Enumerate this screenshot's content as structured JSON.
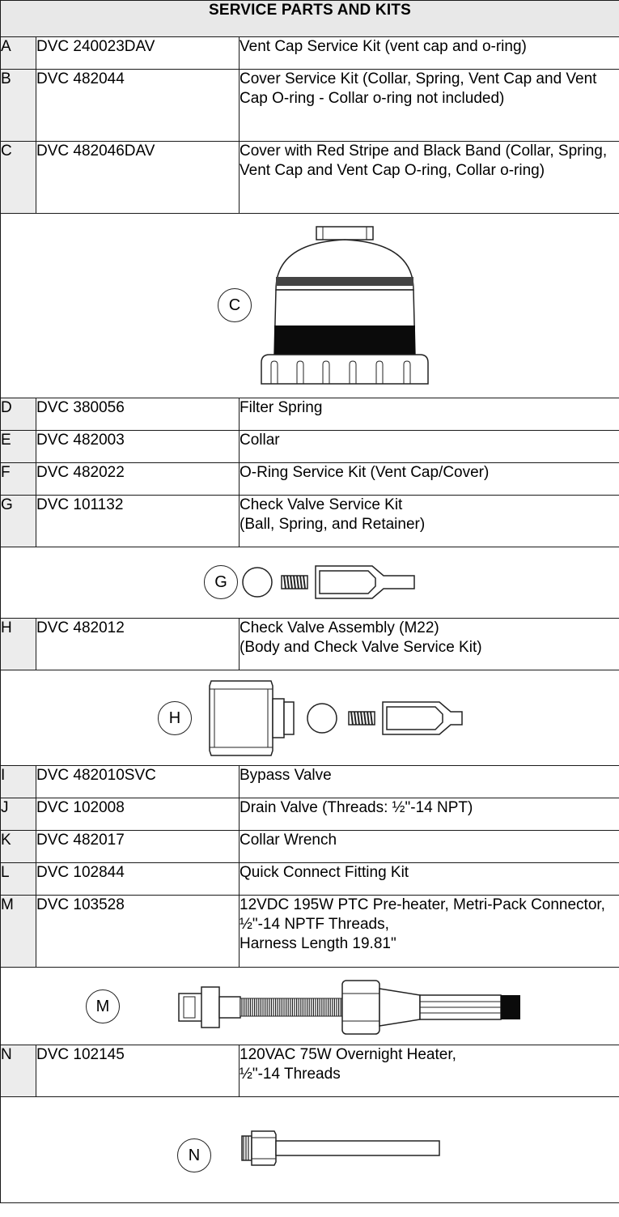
{
  "title": "SERVICE PARTS AND KITS",
  "rows": [
    {
      "letter": "A",
      "part": "DVC 240023DAV",
      "description": "Vent Cap Service Kit (vent cap and o-ring)"
    },
    {
      "letter": "B",
      "part": "DVC 482044",
      "description": "Cover Service Kit (Collar, Spring, Vent Cap and Vent Cap O-ring - Collar o-ring not included)"
    },
    {
      "letter": "C",
      "part": "DVC 482046DAV",
      "description": "Cover with Red Stripe and Black Band (Collar, Spring, Vent Cap and Vent Cap O-ring, Collar o-ring)"
    },
    {
      "letter": "D",
      "part": "DVC 380056",
      "description": "Filter Spring"
    },
    {
      "letter": "E",
      "part": "DVC 482003",
      "description": "Collar"
    },
    {
      "letter": "F",
      "part": "DVC 482022",
      "description": "O-Ring Service Kit (Vent Cap/Cover)"
    },
    {
      "letter": "G",
      "part": "DVC 101132",
      "description": "Check Valve Service Kit\n(Ball, Spring, and Retainer)"
    },
    {
      "letter": "H",
      "part": "DVC 482012",
      "description": "Check Valve Assembly (M22)\n(Body and Check Valve Service Kit)"
    },
    {
      "letter": "I",
      "part": "DVC 482010SVC",
      "description": "Bypass Valve"
    },
    {
      "letter": "J",
      "part": "DVC 102008",
      "description": "Drain Valve (Threads: ½\"-14 NPT)"
    },
    {
      "letter": "K",
      "part": "DVC 482017",
      "description": "Collar Wrench"
    },
    {
      "letter": "L",
      "part": "DVC 102844",
      "description": "Quick Connect Fitting Kit"
    },
    {
      "letter": "M",
      "part": "DVC 103528",
      "description": "12VDC 195W PTC Pre-heater, Metri-Pack Connector, ½\"-14 NPTF Threads,\nHarness Length 19.81\""
    },
    {
      "letter": "N",
      "part": "DVC 102145",
      "description": "120VAC 75W Overnight Heater,\n½\"-14 Threads"
    }
  ],
  "callouts": {
    "c": "C",
    "g": "G",
    "h": "H",
    "m": "M",
    "n": "N"
  }
}
